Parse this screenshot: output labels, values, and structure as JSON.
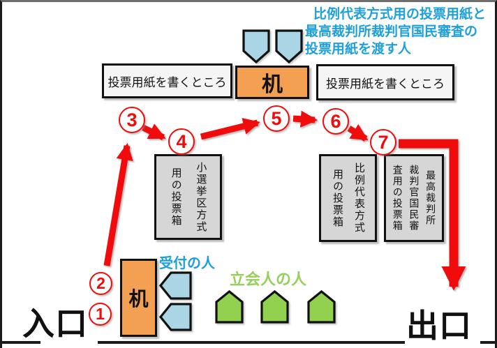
{
  "colors": {
    "red": "#F00C0C",
    "orange": "#F4A053",
    "light_blue": "#A9D5E5",
    "blue_text": "#1E9FD9",
    "green": "#92D050",
    "green_text": "#97CE5C",
    "gray_box": "#D6D6D6",
    "white_box": "#F5F5F5"
  },
  "labels": {
    "entrance": "入口",
    "exit": "出口",
    "desk_top": "机",
    "desk_reception": "机",
    "reception_person": "受付の人",
    "witness_person": "立会人の人",
    "writing_area_left": "投票用紙を書くところ",
    "writing_area_right": "投票用紙を書くところ",
    "handout_person": {
      "line1": "比例代表方式用の投票用紙と",
      "line2": "最高裁判所裁判官国民審査の",
      "line3": "投票用紙を渡す人"
    }
  },
  "steps": [
    "1",
    "2",
    "3",
    "4",
    "5",
    "6",
    "7"
  ],
  "ballot_boxes": [
    {
      "name": "小選挙区方式用の投票箱",
      "columns": [
        "小選挙区方式",
        "用の投票箱"
      ]
    },
    {
      "name": "比例代表方式用の投票箱",
      "columns": [
        "比例代表方式",
        "用の投票箱"
      ]
    },
    {
      "name": "最高裁判所裁判官国民審査用の投票箱",
      "columns": [
        "最高裁判所",
        "裁判官国民審",
        "査用の投票箱"
      ]
    }
  ],
  "icons": {
    "ballot_staff_person": "pentagon-down",
    "reception_staff_person": "pentagon-left",
    "witness_person": "pentagon-up"
  }
}
